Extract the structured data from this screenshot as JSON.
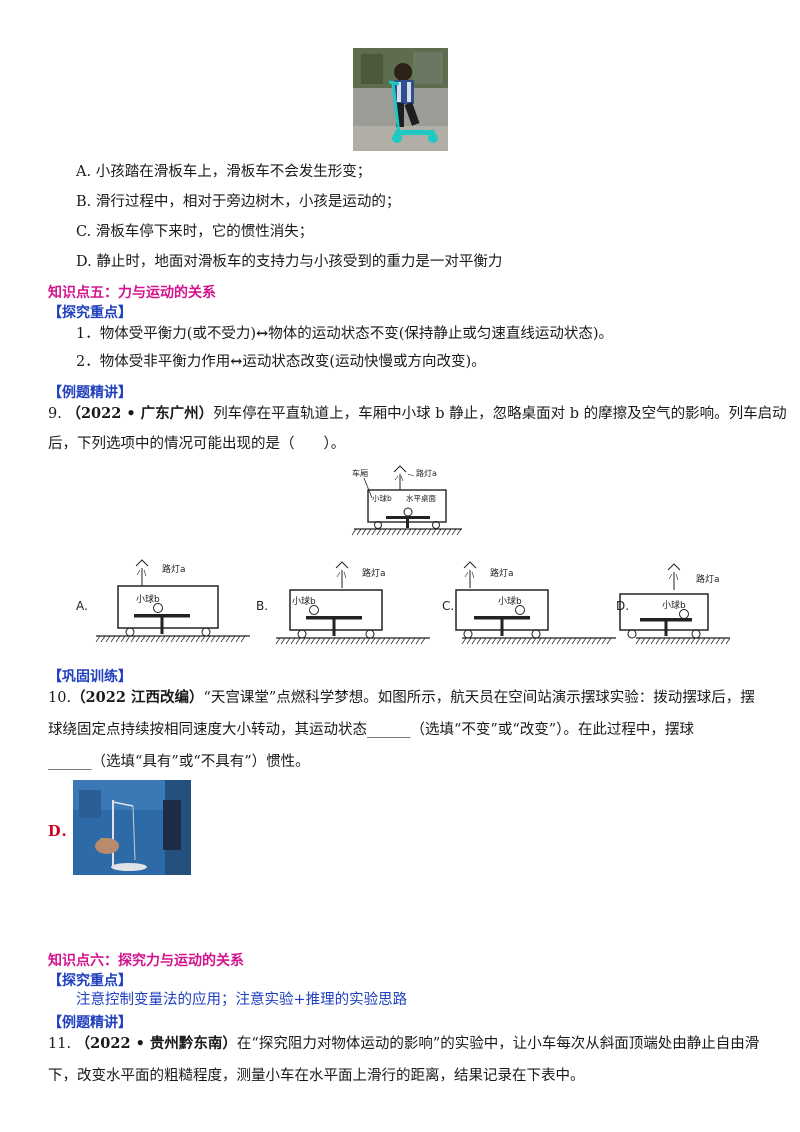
{
  "options_q8": {
    "a": "A.  小孩踏在滑板车上，滑板车不会发生形变；",
    "b": "B.  滑行过程中，相对于旁边树木，小孩是运动的；",
    "c": "C.  滑板车停下来时，它的惯性消失；",
    "d": "D.  静止时，地面对滑板车的支持力与小孩受到的重力是一对平衡力"
  },
  "section5": {
    "title": "知识点五：力与运动的关系",
    "focus_tag": "【探究重点】",
    "p1_a": "1．物体受平衡力(或不受力)",
    "p1_b": "物体的运动状态不变(保持静止或匀速直线运动状态)。",
    "p2_a": "2．物体受非平衡力作用",
    "p2_b": "运动状态改变(运动快慢或方向改变)。",
    "arrow": "↔",
    "example_tag": "【例题精讲】"
  },
  "q9": {
    "num": "9.",
    "source": "（2022 • 广东广州）",
    "text1": "列车停在平直轨道上，车厢中小球 b 静止，忽略桌面对 b 的摩擦及空气的影响。列车启动",
    "text2": "后，下列选项中的情况可能出现的是（　　）。",
    "ref_labels": {
      "carriage": "车厢",
      "lamp": "路灯a",
      "ball": "小球b",
      "table": "水平桌面"
    },
    "options": [
      {
        "letter": "A.",
        "lamp": "路灯a",
        "ball": "小球b"
      },
      {
        "letter": "B.",
        "lamp": "路灯a",
        "ball": "小球b"
      },
      {
        "letter": "C.",
        "lamp": "路灯a",
        "ball": "小球b"
      },
      {
        "letter": "D.",
        "lamp": "路灯a",
        "ball": "小球b"
      }
    ]
  },
  "consolidate_tag": "【巩固训练】",
  "q10": {
    "num": "10.",
    "source": "（2022 江西改编）",
    "text1": "“天宫课堂”点燃科学梦想。如图所示，航天员在空间站演示摆球实验：拨动摆球后，摆",
    "text2": "球绕固定点持续按相同速度大小转动，其运动状态______（选填“不变”或“改变”）。在此过程中，摆球",
    "text3": "______（选填“具有”或“不具有”）惯性。",
    "answer": "D．"
  },
  "section6": {
    "title": "知识点六：探究力与运动的关系",
    "focus_tag": "【探究重点】",
    "focus_text": "注意控制变量法的应用；注意实验+推理的实验思路",
    "example_tag": "【例题精讲】"
  },
  "q11": {
    "num": "11.",
    "source": "（2022 • 贵州黔东南）",
    "text1": "在“探究阻力对物体运动的影响”的实验中，让小车每次从斜面顶端处由静止自由滑",
    "text2": "下，改变水平面的粗糙程度，测量小车在水平面上滑行的距离，结果记录在下表中。"
  }
}
